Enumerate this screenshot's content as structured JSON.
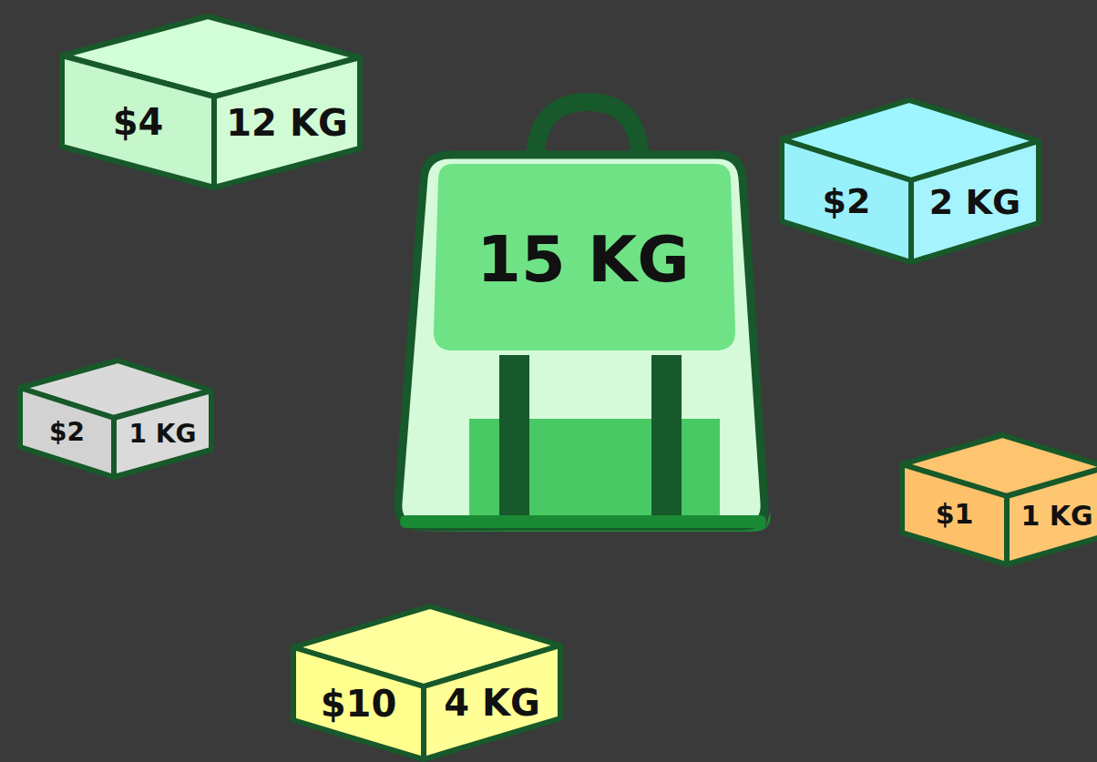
{
  "diagram": {
    "nodes": [
      {
        "text": [
          "$4",
          "12 KG"
        ]
      },
      {
        "text": [
          "$2",
          "2 KG"
        ]
      },
      {
        "text": [
          "15 KG"
        ]
      },
      {
        "text": [
          "$2",
          "1 KG"
        ]
      },
      {
        "text": [
          "$1",
          "1 KG"
        ]
      },
      {
        "text": [
          "$10",
          "4 KG"
        ]
      }
    ]
  }
}
